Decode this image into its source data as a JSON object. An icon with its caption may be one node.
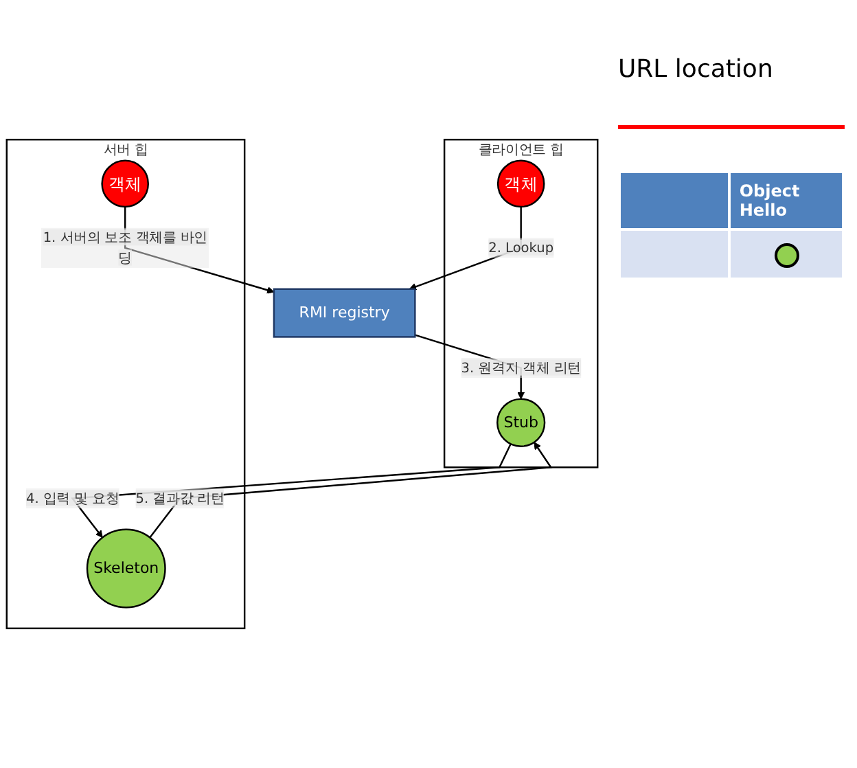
{
  "diagram": {
    "nodes": [
      {
        "text": [
          "클라이언트 힙"
        ]
      },
      {
        "text": [
          "객체"
        ],
        "in": 0
      },
      {
        "text": [
          "Stub"
        ],
        "in": 0
      },
      {
        "text": [
          "서버 힙"
        ]
      },
      {
        "text": [
          "Skeleton"
        ],
        "in": 3
      },
      {
        "text": [
          "객체"
        ],
        "in": 3
      },
      {
        "text": [
          "RMI registry"
        ]
      }
    ],
    "edges": [
      {
        "from": 1,
        "to": 6,
        "label": "2. Lookup",
        "arrow": "to"
      },
      {
        "from": 6,
        "to": 2,
        "label": "3. 원격지 객체 리턴",
        "arrow": "to"
      },
      {
        "from": 2,
        "to": 4,
        "label": "4. 입력 및 요청",
        "arrow": "to"
      },
      {
        "from": 4,
        "to": 2,
        "label": "5. 결과값 리턴",
        "arrow": "to"
      },
      {
        "from": 5,
        "to": 6,
        "label": "1. 서버의 보조 객체를 바인딩",
        "arrow": "to"
      }
    ],
    "labels": [
      "URL location",
      "Object Hello"
    ]
  }
}
